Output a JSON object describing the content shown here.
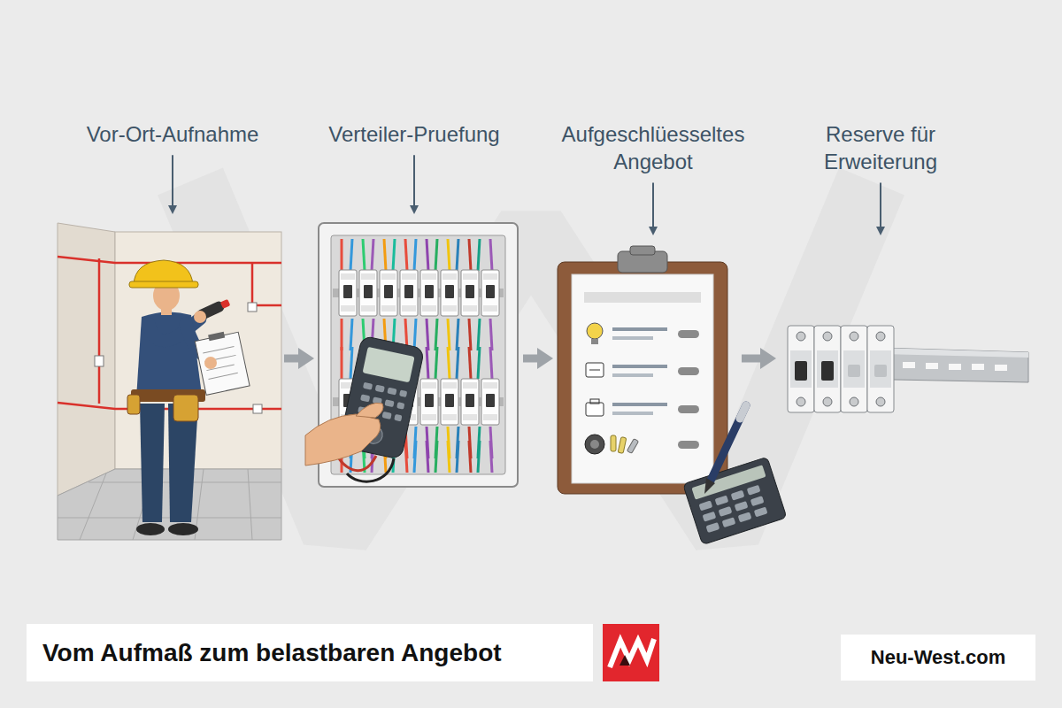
{
  "diagram": {
    "title": "Vom Aufmaß zum belastbaren Angebot",
    "nodes": [
      {
        "text": [
          "Vor-Ort-Aufnahme"
        ]
      },
      {
        "text": [
          "Verteiler-Pruefung"
        ]
      },
      {
        "text": [
          "Aufgeschlüesseltes Angebot"
        ]
      },
      {
        "text": [
          "Reserve für Erweiterung"
        ]
      },
      {
        "text": [
          "Neu-West.com"
        ]
      }
    ],
    "edges": [
      {
        "from": 0,
        "to": 1,
        "arrow": "to"
      },
      {
        "from": 1,
        "to": 2,
        "arrow": "to"
      },
      {
        "from": 2,
        "to": 3,
        "arrow": "to"
      }
    ]
  }
}
